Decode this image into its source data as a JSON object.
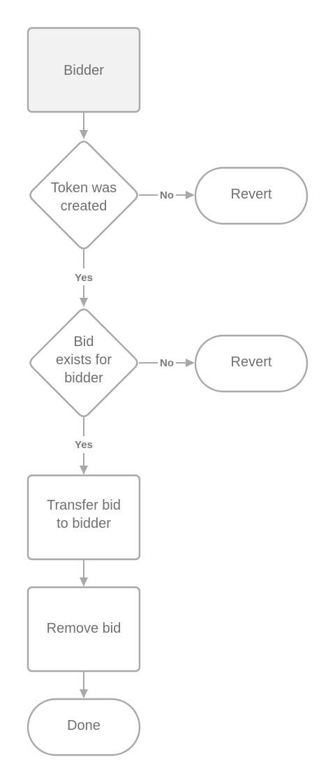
{
  "nodes": {
    "bidder": "Bidder",
    "token_created": [
      "Token was",
      "created"
    ],
    "revert_1": "Revert",
    "bid_exists": [
      "Bid",
      "exists for",
      "bidder"
    ],
    "revert_2": "Revert",
    "transfer_bid": [
      "Transfer bid",
      "to bidder"
    ],
    "remove_bid": "Remove bid",
    "done": "Done"
  },
  "edges": {
    "token_no": "No",
    "token_yes": "Yes",
    "bid_no": "No",
    "bid_yes": "Yes"
  },
  "colors": {
    "stroke": "#a8a8a8",
    "text": "#707070",
    "start_fill": "#f2f2f2"
  }
}
